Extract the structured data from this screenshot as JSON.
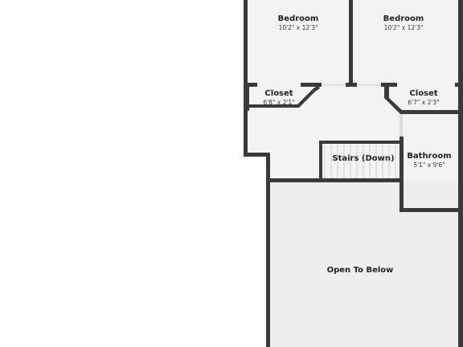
{
  "floor_plan": {
    "rooms": [
      {
        "id": "bedroom-left",
        "name": "Bedroom",
        "dims": "10'2\" x 12'3\""
      },
      {
        "id": "bedroom-right",
        "name": "Bedroom",
        "dims": "10'2\" x 12'3\""
      },
      {
        "id": "closet-left",
        "name": "Closet",
        "dims": "6'8\" x 2'1\""
      },
      {
        "id": "closet-right",
        "name": "Closet",
        "dims": "6'7\" x 2'3\""
      },
      {
        "id": "stairs",
        "name": "Stairs (Down)"
      },
      {
        "id": "bathroom",
        "name": "Bathroom",
        "dims": "5'1\" x 9'6\""
      },
      {
        "id": "open-to-below",
        "name": "Open To Below"
      }
    ],
    "colors": {
      "wall": "#3a3a3a",
      "floor": "#f3f3f3",
      "open_area": "#eeeeee",
      "background": "#ffffff"
    }
  }
}
